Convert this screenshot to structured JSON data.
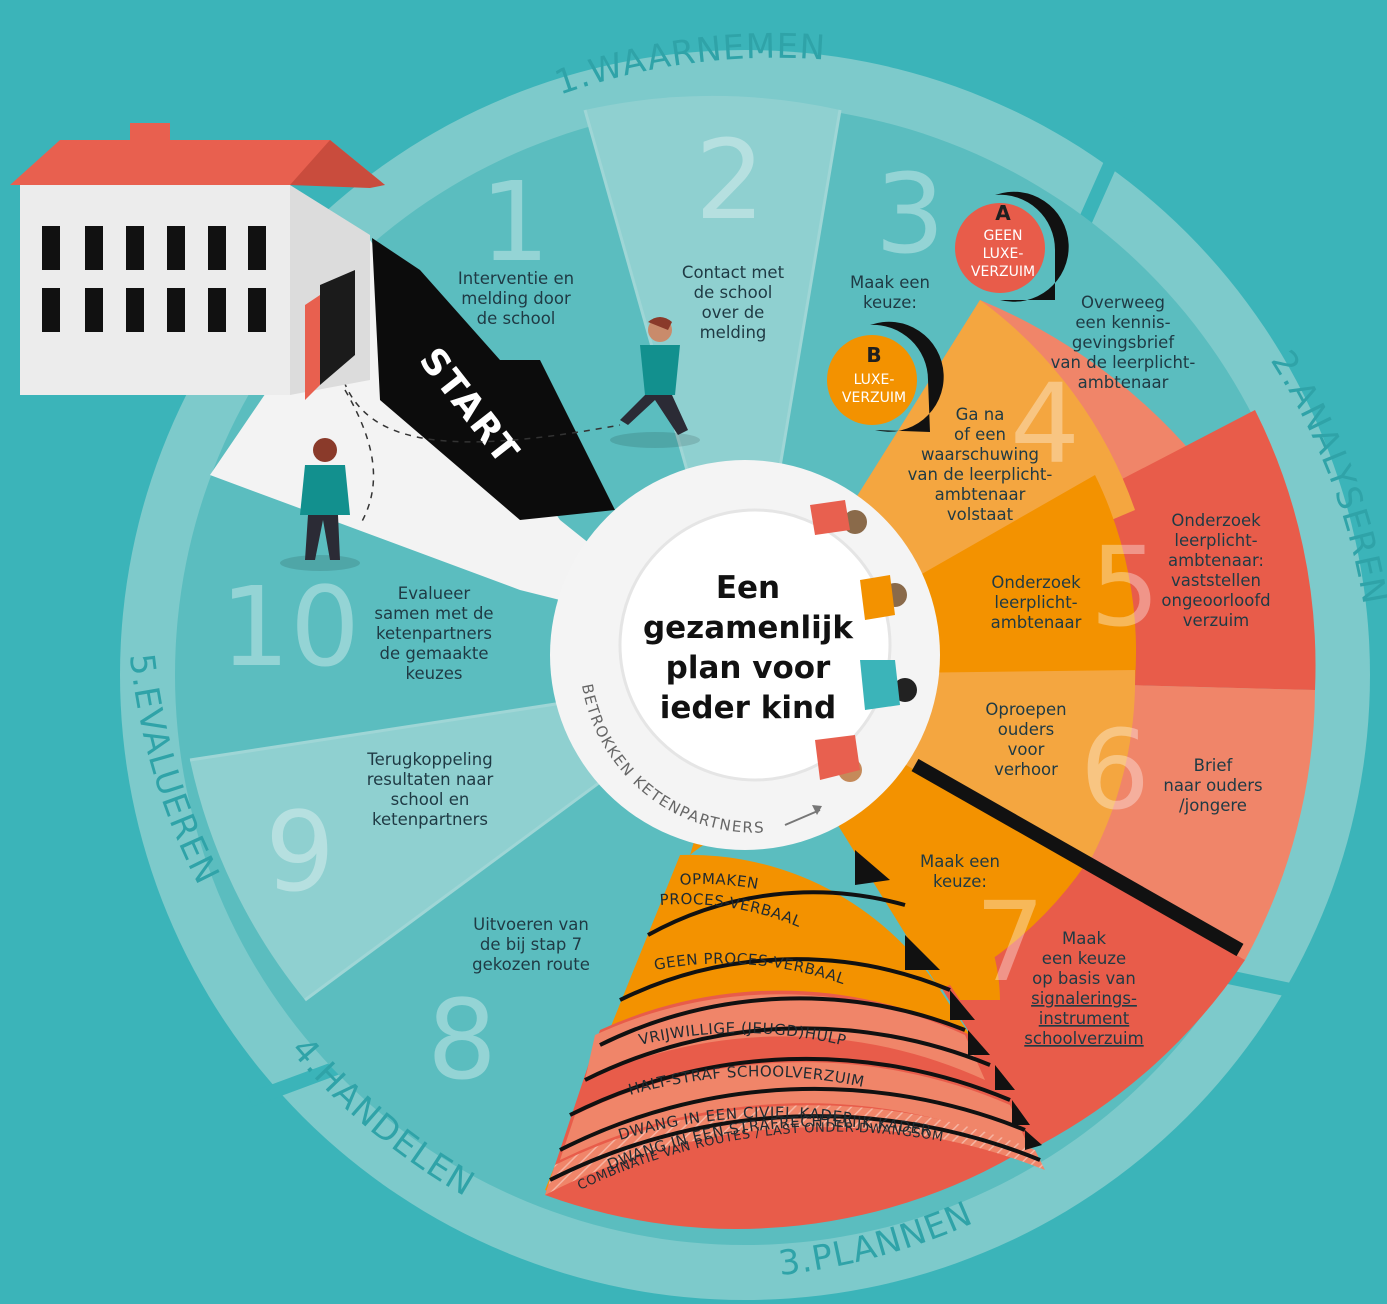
{
  "phases": {
    "waarnemen": "1.WAARNEMEN",
    "analyseren": "2.ANALYSEREN",
    "plannen": "3.PLANNEN",
    "handelen": "4.HANDELEN",
    "evalueren": "5.EVALUEREN"
  },
  "start_label": "START",
  "center": {
    "line1": "Een",
    "line2": "gezamenlijk",
    "line3": "plan voor",
    "line4": "ieder kind",
    "partners": "BETROKKEN KETENPARTNERS"
  },
  "steps": {
    "s1": {
      "num": "1",
      "lines": [
        "Interventie en",
        "melding door",
        "de school"
      ]
    },
    "s2": {
      "num": "2",
      "lines": [
        "Contact met",
        "de school",
        "over de",
        "melding"
      ]
    },
    "s3": {
      "num": "3",
      "lines": [
        "Maak een",
        "keuze:"
      ]
    },
    "s4": {
      "num": "4",
      "left": [
        "Ga na",
        "of een",
        "waarschuwing",
        "van de leerplicht-",
        "ambtenaar",
        "volstaat"
      ],
      "right": [
        "Overweeg",
        "een kennis-",
        "gevingsbrief",
        "van de leerplicht-",
        "ambtenaar"
      ]
    },
    "s5": {
      "num": "5",
      "left": [
        "Onderzoek",
        "leerplicht-",
        "ambtenaar"
      ],
      "right": [
        "Onderzoek",
        "leerplicht-",
        "ambtenaar:",
        "vaststellen",
        "ongeoorloofd",
        "verzuim"
      ]
    },
    "s6": {
      "num": "6",
      "left": [
        "Oproepen",
        "ouders",
        "voor",
        "verhoor"
      ],
      "right": [
        "Brief",
        "naar ouders",
        "/jongere"
      ]
    },
    "s7": {
      "num": "7",
      "left": [
        "Maak een",
        "keuze:"
      ],
      "right": [
        "Maak",
        "een keuze",
        "op basis van",
        "signalerings-",
        "instrument",
        "schoolverzuim"
      ]
    },
    "s8": {
      "num": "8",
      "lines": [
        "Uitvoeren van",
        "de bij stap 7",
        "gekozen route"
      ]
    },
    "s9": {
      "num": "9",
      "lines": [
        "Terugkoppeling",
        "resultaten naar",
        "school en",
        "ketenpartners"
      ]
    },
    "s10": {
      "num": "10",
      "lines": [
        "Evalueer",
        "samen met de",
        "ketenpartners",
        "de gemaakte",
        "keuzes"
      ]
    }
  },
  "pins": {
    "a": {
      "letter": "A",
      "line1": "GEEN",
      "line2": "LUXE-",
      "line3": "VERZUIM"
    },
    "b": {
      "letter": "B",
      "line1": "LUXE-",
      "line2": "VERZUIM"
    }
  },
  "routes": [
    "OPMAKEN",
    "PROCES-VERBAAL",
    "GEEN PROCES-VERBAAL",
    "VRIJWILLIGE (JEUGD)HULP",
    "HALT-STRAF SCHOOLVERZUIM",
    "DWANG IN EEN CIVIEL KADER",
    "DWANG IN EEN STRAFRECHTELIJK KADER",
    "COMBINATIE VAN ROUTES / LAST ONDER DWANGSOM"
  ],
  "colors": {
    "background": "#3bb4b9",
    "outer_ring": "#7dcacb",
    "teal_segment": "#5bbdbf",
    "light_segment": "#8fd0d0",
    "orange_light": "#f4a640",
    "orange": "#f39200",
    "salmon": "#f08569",
    "red": "#e85c4a",
    "roof": "#e8604f"
  }
}
